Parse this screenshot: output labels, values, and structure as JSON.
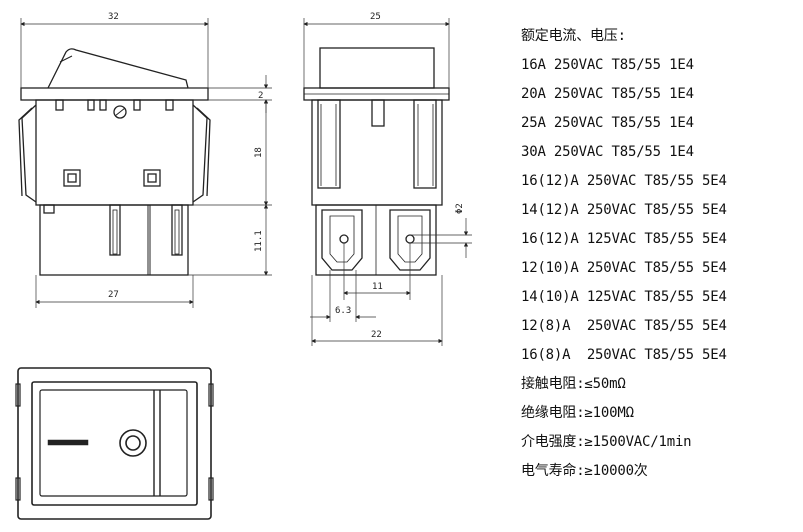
{
  "dimensions": {
    "front_width": "32",
    "front_height": "18",
    "front_top": "2",
    "front_terminal": "11.1",
    "front_base": "27",
    "side_width": "25",
    "side_pin": "Φ2",
    "side_pitch": "11",
    "side_terminal": "6.3",
    "side_base": "22"
  },
  "specs": {
    "lines": [
      "额定电流、电压:",
      "16A 250VAC T85/55 1E4",
      "20A 250VAC T85/55 1E4",
      "25A 250VAC T85/55 1E4",
      "30A 250VAC T85/55 1E4",
      "16(12)A 250VAC T85/55 5E4",
      "14(12)A 250VAC T85/55 5E4",
      "16(12)A 125VAC T85/55 5E4",
      "12(10)A 250VAC T85/55 5E4",
      "14(10)A 125VAC T85/55 5E4",
      "12(8)A  250VAC T85/55 5E4",
      "16(8)A  250VAC T85/55 5E4",
      "接触电阻:≤50mΩ",
      "绝缘电阻:≥100MΩ",
      "介电强度:≥1500VAC/1min",
      "电气寿命:≥10000次"
    ]
  }
}
